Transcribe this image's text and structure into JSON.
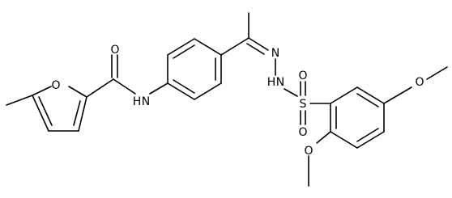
{
  "molecule": {
    "atoms": {
      "furan_o": "O",
      "amide_o": "O",
      "amide_n": "N",
      "amide_h": "H",
      "hydrazone_n": "N",
      "nh_n": "N",
      "nh_h": "H",
      "sulfur": "S",
      "sulfonyl_o_top": "O",
      "sulfonyl_o_bottom": "O",
      "ether_o_right": "O",
      "ether_o_bottom": "O"
    }
  }
}
